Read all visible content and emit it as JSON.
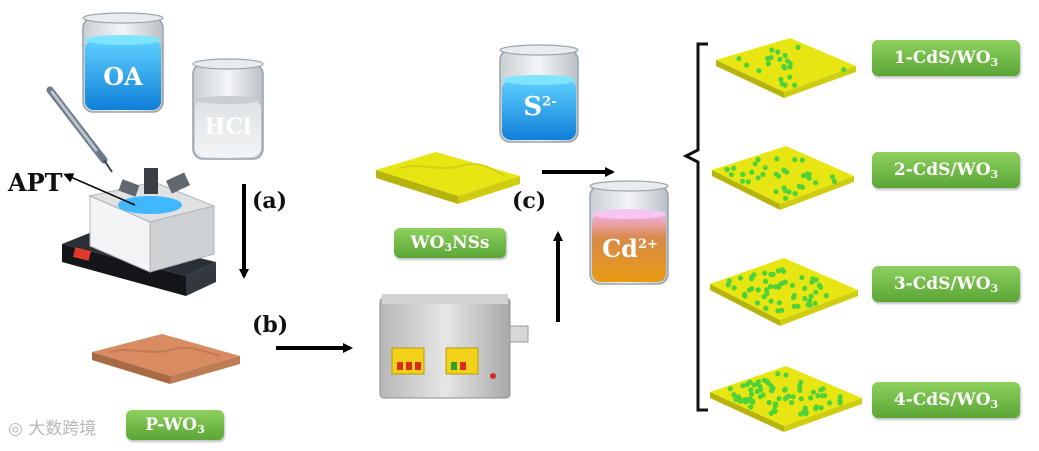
{
  "labels": {
    "apt": "APT",
    "step_a": "(a)",
    "step_b": "(b)",
    "step_c": "(c)",
    "beaker_oa": "OA",
    "beaker_hcl": "HCl",
    "beaker_s": "S",
    "beaker_s_sup": "2-",
    "beaker_cd": "Cd",
    "beaker_cd_sup": "2+",
    "wo3_ns_main": "WO",
    "wo3_ns_sub": "3",
    "wo3_ns_tail": " NSs",
    "p_wo3_main": "P-WO",
    "p_wo3_sub": "3"
  },
  "products": [
    {
      "main": "1-CdS/WO",
      "sub": "3"
    },
    {
      "main": "2-CdS/WO",
      "sub": "3"
    },
    {
      "main": "3-CdS/WO",
      "sub": "3"
    },
    {
      "main": "4-CdS/WO",
      "sub": "3"
    }
  ],
  "watermark": "大数跨境",
  "colors": {
    "label_green": "#6cb843",
    "wo3_yellow": "#e8e612",
    "p_wo3_copper": "#d98c62",
    "cds_dot_green": "#4fd13a",
    "oa_blue": "#1fa2f0",
    "cd_orange": "#e8961a"
  }
}
